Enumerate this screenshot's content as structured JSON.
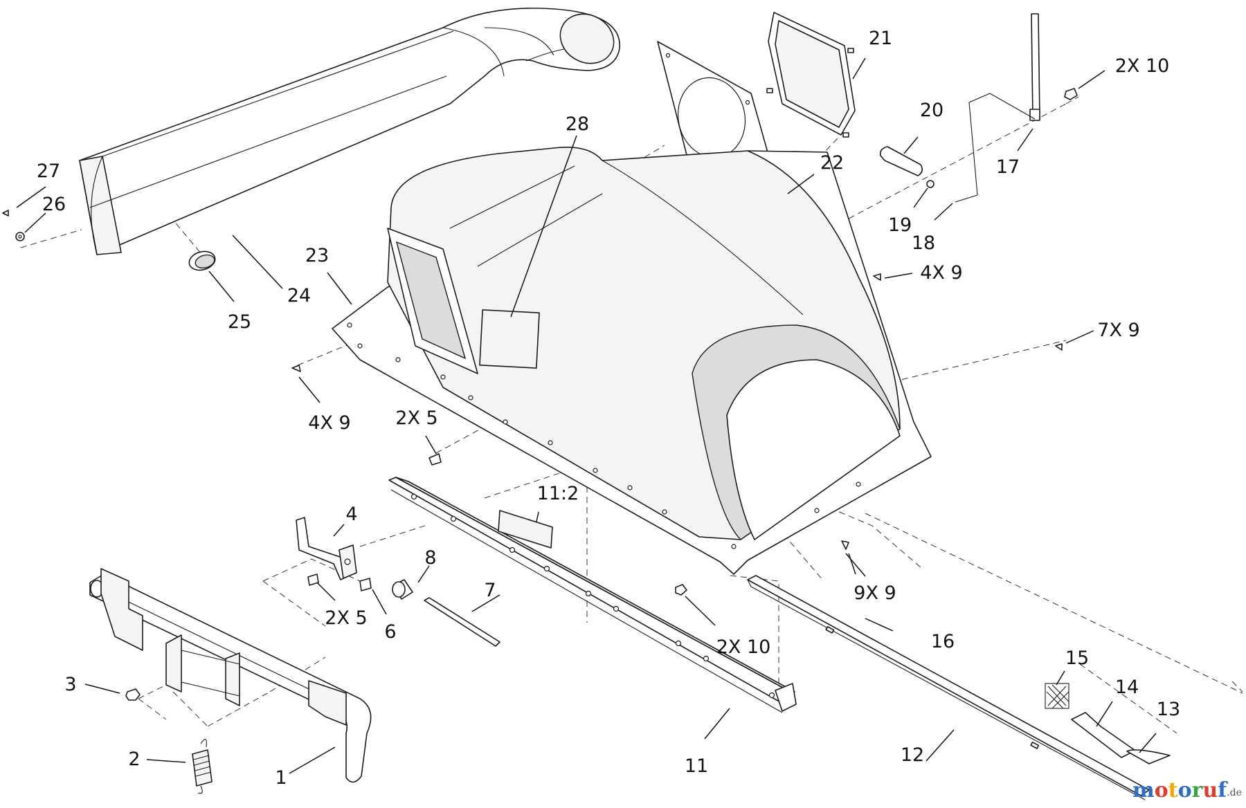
{
  "diagram": {
    "callouts": [
      {
        "id": "c1",
        "text": "1"
      },
      {
        "id": "c2",
        "text": "2"
      },
      {
        "id": "c3",
        "text": "3"
      },
      {
        "id": "c4",
        "text": "4"
      },
      {
        "id": "c5a",
        "text": "2X 5"
      },
      {
        "id": "c5b",
        "text": "2X 5"
      },
      {
        "id": "c6",
        "text": "6"
      },
      {
        "id": "c7",
        "text": "7"
      },
      {
        "id": "c8",
        "text": "8"
      },
      {
        "id": "c9a",
        "text": "4X 9"
      },
      {
        "id": "c9b",
        "text": "4X 9"
      },
      {
        "id": "c9c",
        "text": "7X 9"
      },
      {
        "id": "c9d",
        "text": "9X 9"
      },
      {
        "id": "c10a",
        "text": "2X 10"
      },
      {
        "id": "c10b",
        "text": "2X 10"
      },
      {
        "id": "c11",
        "text": "11"
      },
      {
        "id": "c112",
        "text": "11:2"
      },
      {
        "id": "c12",
        "text": "12"
      },
      {
        "id": "c13",
        "text": "13"
      },
      {
        "id": "c14",
        "text": "14"
      },
      {
        "id": "c15",
        "text": "15"
      },
      {
        "id": "c16",
        "text": "16"
      },
      {
        "id": "c17",
        "text": "17"
      },
      {
        "id": "c18",
        "text": "18"
      },
      {
        "id": "c19",
        "text": "19"
      },
      {
        "id": "c20",
        "text": "20"
      },
      {
        "id": "c21",
        "text": "21"
      },
      {
        "id": "c22",
        "text": "22"
      },
      {
        "id": "c23",
        "text": "23"
      },
      {
        "id": "c24",
        "text": "24"
      },
      {
        "id": "c25",
        "text": "25"
      },
      {
        "id": "c26",
        "text": "26"
      },
      {
        "id": "c27",
        "text": "27"
      },
      {
        "id": "c28",
        "text": "28"
      }
    ]
  },
  "watermark": {
    "letters": [
      "m",
      "o",
      "t",
      "o",
      "r",
      "u",
      "f"
    ],
    "letter_colors": [
      "#2a6fc9",
      "#e23b2e",
      "#f2a900",
      "#2a6fc9",
      "#3aa34a",
      "#e23b2e",
      "#2a6fc9"
    ],
    "suffix": ".de",
    "suffix_color": "#555555"
  }
}
